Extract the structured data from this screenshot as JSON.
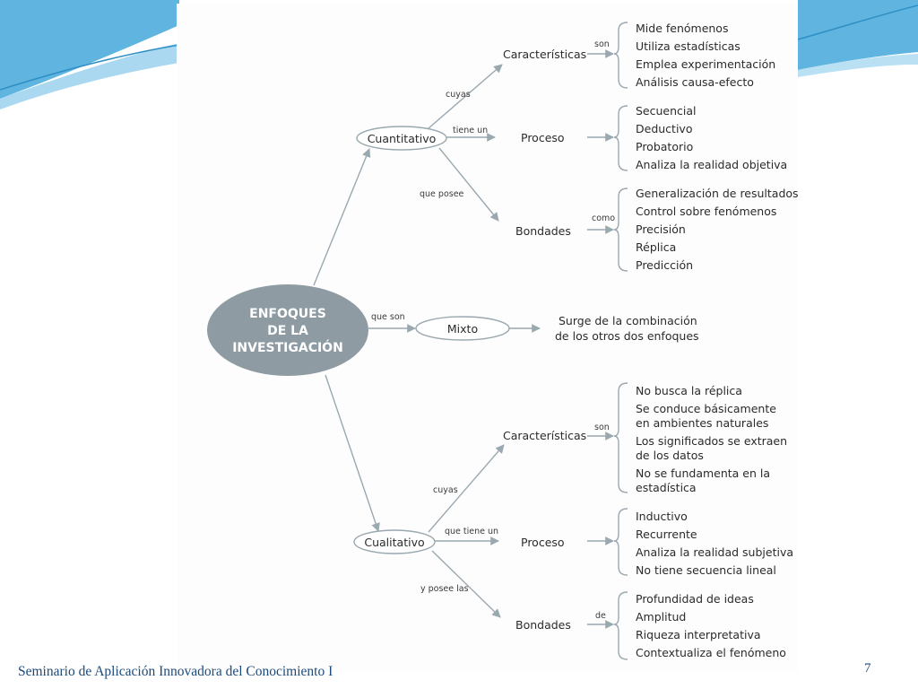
{
  "slide": {
    "footer_title": "Seminario de Aplicación Innovadora del Conocimiento I",
    "page_number": "7",
    "accent_color": "#1c4a7a",
    "wave_colors": [
      "#3fa3d6",
      "#7cc6ea",
      "#b9e0f3"
    ]
  },
  "diagram": {
    "center": [
      "ENFOQUES",
      "DE LA",
      "INVESTIGACIÓN"
    ],
    "cuantitativo": {
      "label": "Cuantitativo",
      "link_from_center": "",
      "branches": [
        {
          "label": "Características",
          "link": "cuyas",
          "connector": "son",
          "items": [
            "Mide fenómenos",
            "Utiliza estadísticas",
            "Emplea experimentación",
            "Análisis causa-efecto"
          ]
        },
        {
          "label": "Proceso",
          "link": "tiene un",
          "connector": "",
          "items": [
            "Secuencial",
            "Deductivo",
            "Probatorio",
            "Analiza la realidad objetiva"
          ]
        },
        {
          "label": "Bondades",
          "link": "que posee",
          "connector": "como",
          "items": [
            "Generalización de resultados",
            "Control sobre fenómenos",
            "Precisión",
            "Réplica",
            "Predicción"
          ]
        }
      ]
    },
    "mixto": {
      "label": "Mixto",
      "link_from_center": "que son",
      "description": [
        "Surge de la combinación",
        "de los otros dos enfoques"
      ]
    },
    "cualitativo": {
      "label": "Cualitativo",
      "branches": [
        {
          "label": "Características",
          "link": "cuyas",
          "connector": "son",
          "items": [
            [
              "No busca la réplica"
            ],
            [
              "Se conduce básicamente",
              "en ambientes naturales"
            ],
            [
              "Los significados se extraen",
              "de los datos"
            ],
            [
              "No se fundamenta en la",
              "estadística"
            ]
          ]
        },
        {
          "label": "Proceso",
          "link": "que tiene un",
          "connector": "",
          "items": [
            "Inductivo",
            "Recurrente",
            "Analiza la realidad subjetiva",
            "No tiene secuencia lineal"
          ]
        },
        {
          "label": "Bondades",
          "link": "y posee las",
          "connector": "de",
          "items": [
            "Profundidad de ideas",
            "Amplitud",
            "Riqueza interpretativa",
            "Contextualiza el fenómeno"
          ]
        }
      ]
    }
  }
}
